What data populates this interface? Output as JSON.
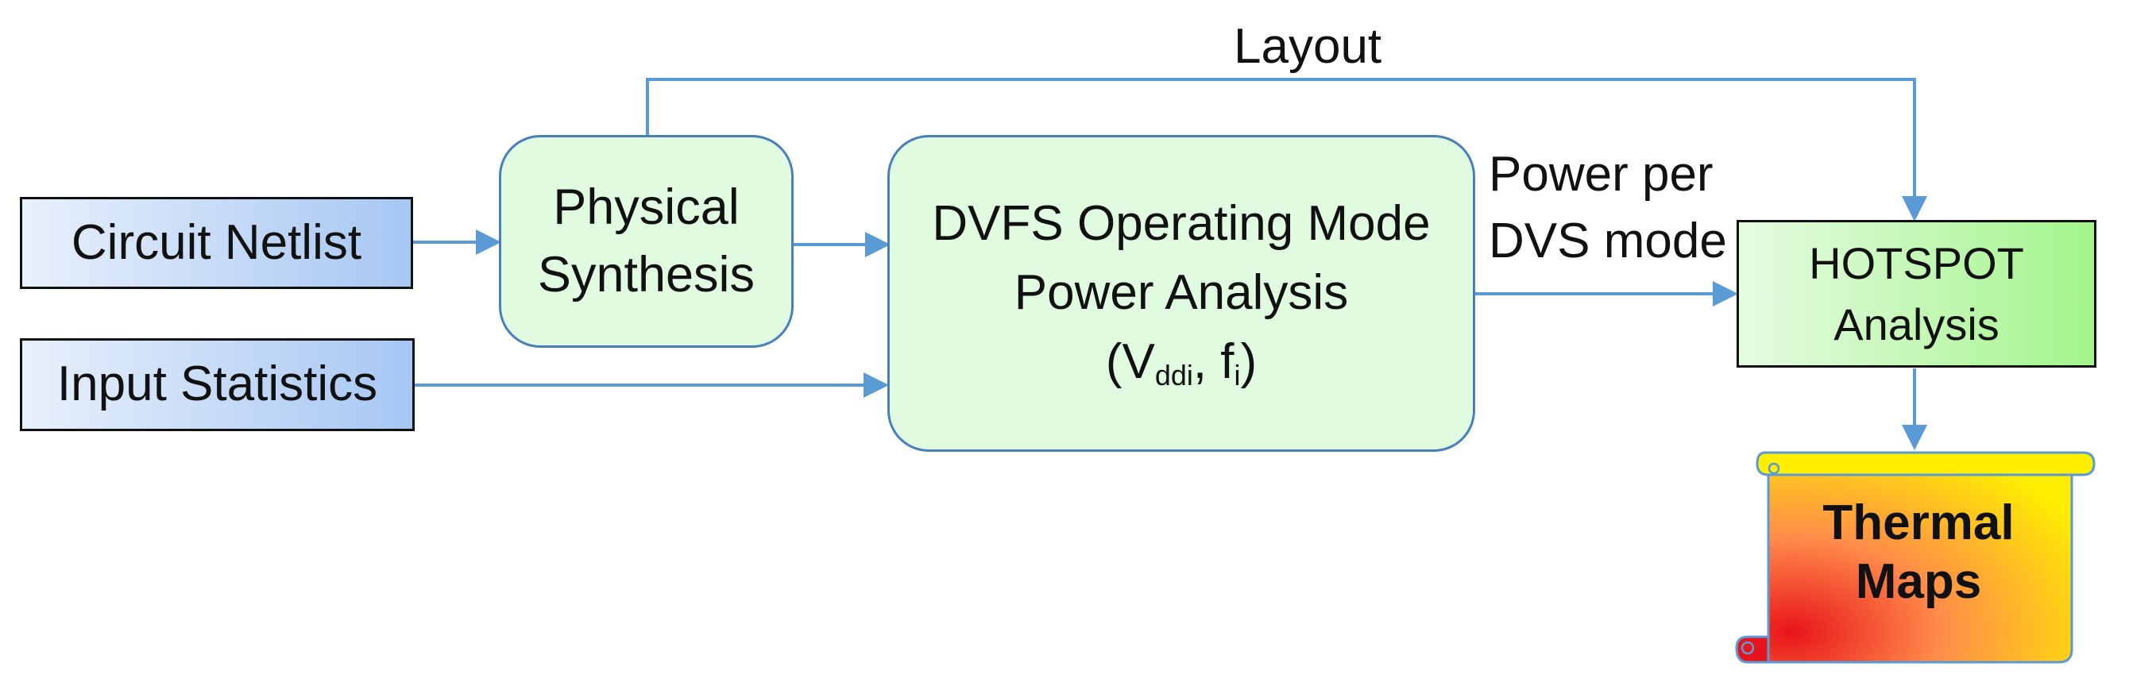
{
  "colors": {
    "arrow": "#5b9bd5",
    "box_border_blue": "#4a7fb8",
    "rounded_box_fill": "#e1fbe1",
    "input_box_gradient": [
      "#e8f0fb",
      "#a6c7f3"
    ],
    "hotspot_gradient": [
      "#e6fbe2",
      "#a3f58c"
    ],
    "thermal_gradient": [
      "#e8141b",
      "#ff8c4a",
      "#ffee00"
    ]
  },
  "nodes": {
    "circuit_netlist": "Circuit Netlist",
    "input_statistics": "Input Statistics",
    "physical_synthesis": [
      "Physical",
      "Synthesis"
    ],
    "dvfs": {
      "line1": "DVFS Operating Mode",
      "line2": "Power Analysis",
      "line3_open": "(V",
      "line3_sub1": "ddi",
      "line3_mid": ", f",
      "line3_sub2": "i",
      "line3_close": ")"
    },
    "hotspot": [
      "HOTSPOT",
      "Analysis"
    ],
    "thermal_maps": [
      "Thermal",
      "Maps"
    ]
  },
  "edge_labels": {
    "layout": "Layout",
    "power_per_dvs": [
      "Power per",
      "DVS mode"
    ]
  }
}
